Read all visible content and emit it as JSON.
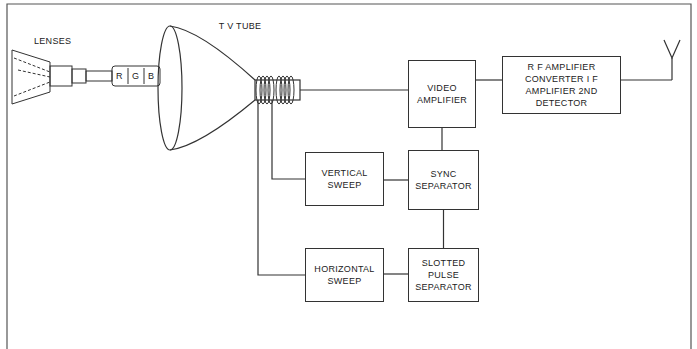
{
  "diagram": {
    "nodes": [
      {
        "text": [
          "T V TUBE"
        ]
      },
      {
        "text": [
          "VIDEO AMPLIFIER"
        ]
      },
      {
        "text": [
          "R F AMPLIFIER CONVERTER I F AMPLIFIER 2ND DETECTOR"
        ]
      },
      {
        "text": [
          "VERTICAL SWEEP"
        ]
      },
      {
        "text": [
          "SYNC SEPARATOR"
        ]
      },
      {
        "text": [
          "HORIZONTAL SWEEP"
        ]
      },
      {
        "text": [
          "SLOTTED PULSE SEPARATOR"
        ]
      }
    ],
    "edges": [
      {
        "from": 1,
        "to": 0,
        "arrow": "none"
      },
      {
        "from": 2,
        "to": 1,
        "arrow": "none"
      },
      {
        "from": 1,
        "to": 4,
        "arrow": "none"
      },
      {
        "from": 4,
        "to": 3,
        "arrow": "none"
      },
      {
        "from": 4,
        "to": 6,
        "arrow": "none"
      },
      {
        "from": 6,
        "to": 5,
        "arrow": "none"
      },
      {
        "from": 3,
        "to": 0,
        "arrow": "none"
      },
      {
        "from": 5,
        "to": 0,
        "arrow": "none"
      }
    ],
    "labels": [
      "LENSES",
      "R",
      "G",
      "B"
    ]
  }
}
